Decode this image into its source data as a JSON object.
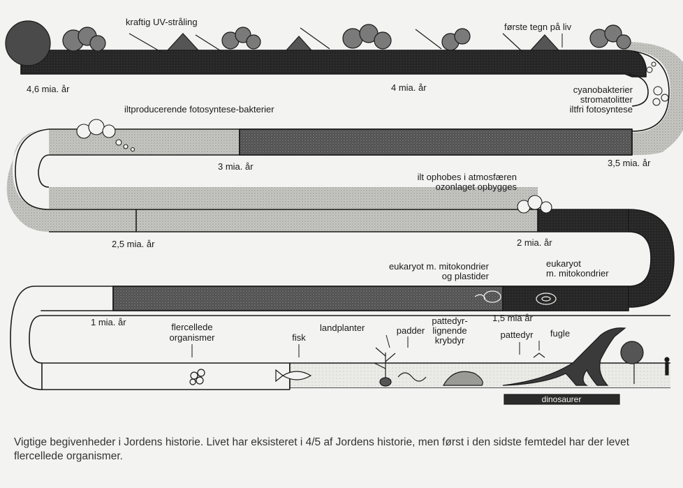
{
  "labels": {
    "uv": "kraftig UV-stråling",
    "first_life": "første tegn på liv",
    "t46": "4,6 mia. år",
    "t4": "4 mia. år",
    "cyano_1": "cyanobakterier",
    "cyano_2": "stromatolitter",
    "cyano_3": "iltfri fotosyntese",
    "oxy_bact": "iltproducerende fotosyntese-bakterier",
    "t3": "3 mia. år",
    "t35": "3,5 mia. år",
    "ozone_1": "ilt ophobes i atmosfæren",
    "ozone_2": "ozonlaget opbygges",
    "t25": "2,5 mia. år",
    "t2": "2 mia. år",
    "euk_pl_1": "eukaryot m. mitokondrier",
    "euk_pl_2": "og plastider",
    "euk_m_1": "eukaryot",
    "euk_m_2": "m. mitokondrier",
    "t1": "1 mia. år",
    "t15": "1,5 mia år",
    "multi_1": "flercellede",
    "multi_2": "organismer",
    "fish": "fisk",
    "landplants": "landplanter",
    "amphib": "padder",
    "mam_rep_1": "pattedyr-",
    "mam_rep_2": "lignende",
    "mam_rep_3": "krybdyr",
    "mammals": "pattedyr",
    "birds": "fugle",
    "dinos": "dinosaurer"
  },
  "caption": "Vigtige begivenheder i Jordens historie. Livet har eksisteret i 4/5 af Jordens historie, men først i den sidste femtedel har der levet flercellede organismer.",
  "colors": {
    "ink": "#1a1a1a",
    "dark_band": "#2b2b2b",
    "mid_band": "#6e6e6e",
    "light_band": "#b9b9b5",
    "paper": "#f3f3f1"
  }
}
